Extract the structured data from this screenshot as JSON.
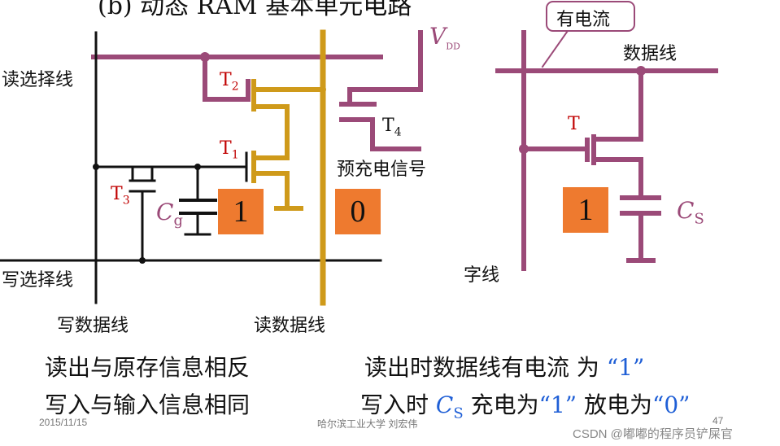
{
  "title_partial": "(b) 动态 RAM 基本单元电路",
  "left_circuit": {
    "read_select_line": "读选择线",
    "write_select_line": "写选择线",
    "write_data_line": "写数据线",
    "read_data_line": "读数据线",
    "t1_letter": "T",
    "t1_sub": "1",
    "t2_letter": "T",
    "t2_sub": "2",
    "t3_letter": "T",
    "t3_sub": "3",
    "t4_letter": "T",
    "t4_sub": "4",
    "cg_letter": "C",
    "cg_sub": "g",
    "vdd_letter": "V",
    "vdd_sub": "DD",
    "precharge_signal": "预充电信号",
    "stored_bit": "1",
    "read_line_bit": "0"
  },
  "right_circuit": {
    "callout": "有电流",
    "data_line": "数据线",
    "word_line": "字线",
    "t_label": "T",
    "cs_letter": "C",
    "cs_sub": "S",
    "stored_bit": "1"
  },
  "notes": {
    "left_line1": "读出与原存信息相反",
    "left_line2": "写入与输入信息相同",
    "right_line1_a": "读出时数据线有电流 为",
    "right_line1_b": "“1”",
    "right_line2_a": "写入时",
    "right_line2_c": "C",
    "right_line2_s": "S",
    "right_line2_b": "充电为",
    "right_line2_one": "“1”",
    "right_line2_mid": "放电为",
    "right_line2_zero": "“0”"
  },
  "footer": {
    "date": "2015/11/15",
    "institution": "哈尔滨工业大学 刘宏伟",
    "page": "47",
    "watermark": "CSDN @嘟嘟的程序员铲屎官"
  },
  "colors": {
    "select_line": "#9b4a78",
    "read_data_line": "#cf9a1a",
    "wire": "#111111",
    "bit_box": "#ee7a2f",
    "label_red": "#c00000",
    "label_blue": "#1f5fd6"
  }
}
